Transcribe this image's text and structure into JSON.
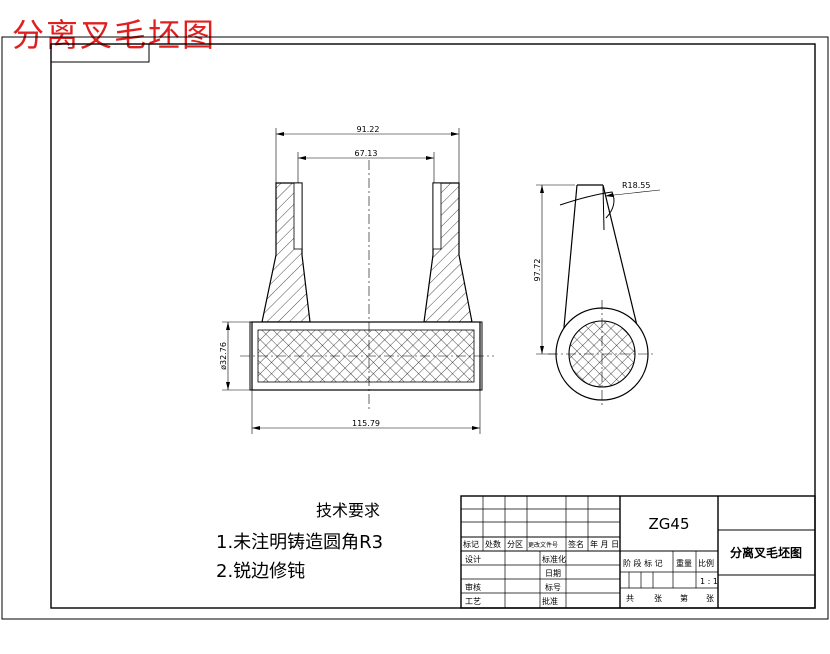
{
  "header": {
    "title": "分离叉毛坯图"
  },
  "colors": {
    "title_red": "#e02020",
    "line": "#000000"
  },
  "dimensions": {
    "top_outer_width": "91.22",
    "top_inner_width": "67.13",
    "left_height": "ø32.76",
    "bottom_width": "115.79",
    "side_height": "97.72",
    "side_radius": "R18.55"
  },
  "notes": {
    "heading": "技术要求",
    "items": [
      "1.未注明铸造圆角R3",
      "2.锐边修钝"
    ]
  },
  "title_block": {
    "material": "ZG45",
    "drawing_name": "分离叉毛坯图",
    "row_labels": [
      "标记",
      "处数",
      "分区",
      "更改文件号",
      "签名",
      "年 月 日"
    ],
    "left_labels": [
      "设计",
      "审核",
      "工艺"
    ],
    "mid_labels": [
      "标准化",
      "批准",
      "标号",
      "日期"
    ],
    "stage_labels": [
      "阶 段 标 记",
      "重量",
      "比例"
    ],
    "scale": "1 : 1",
    "sheet_labels": [
      "共",
      "张",
      "第",
      "张"
    ]
  }
}
